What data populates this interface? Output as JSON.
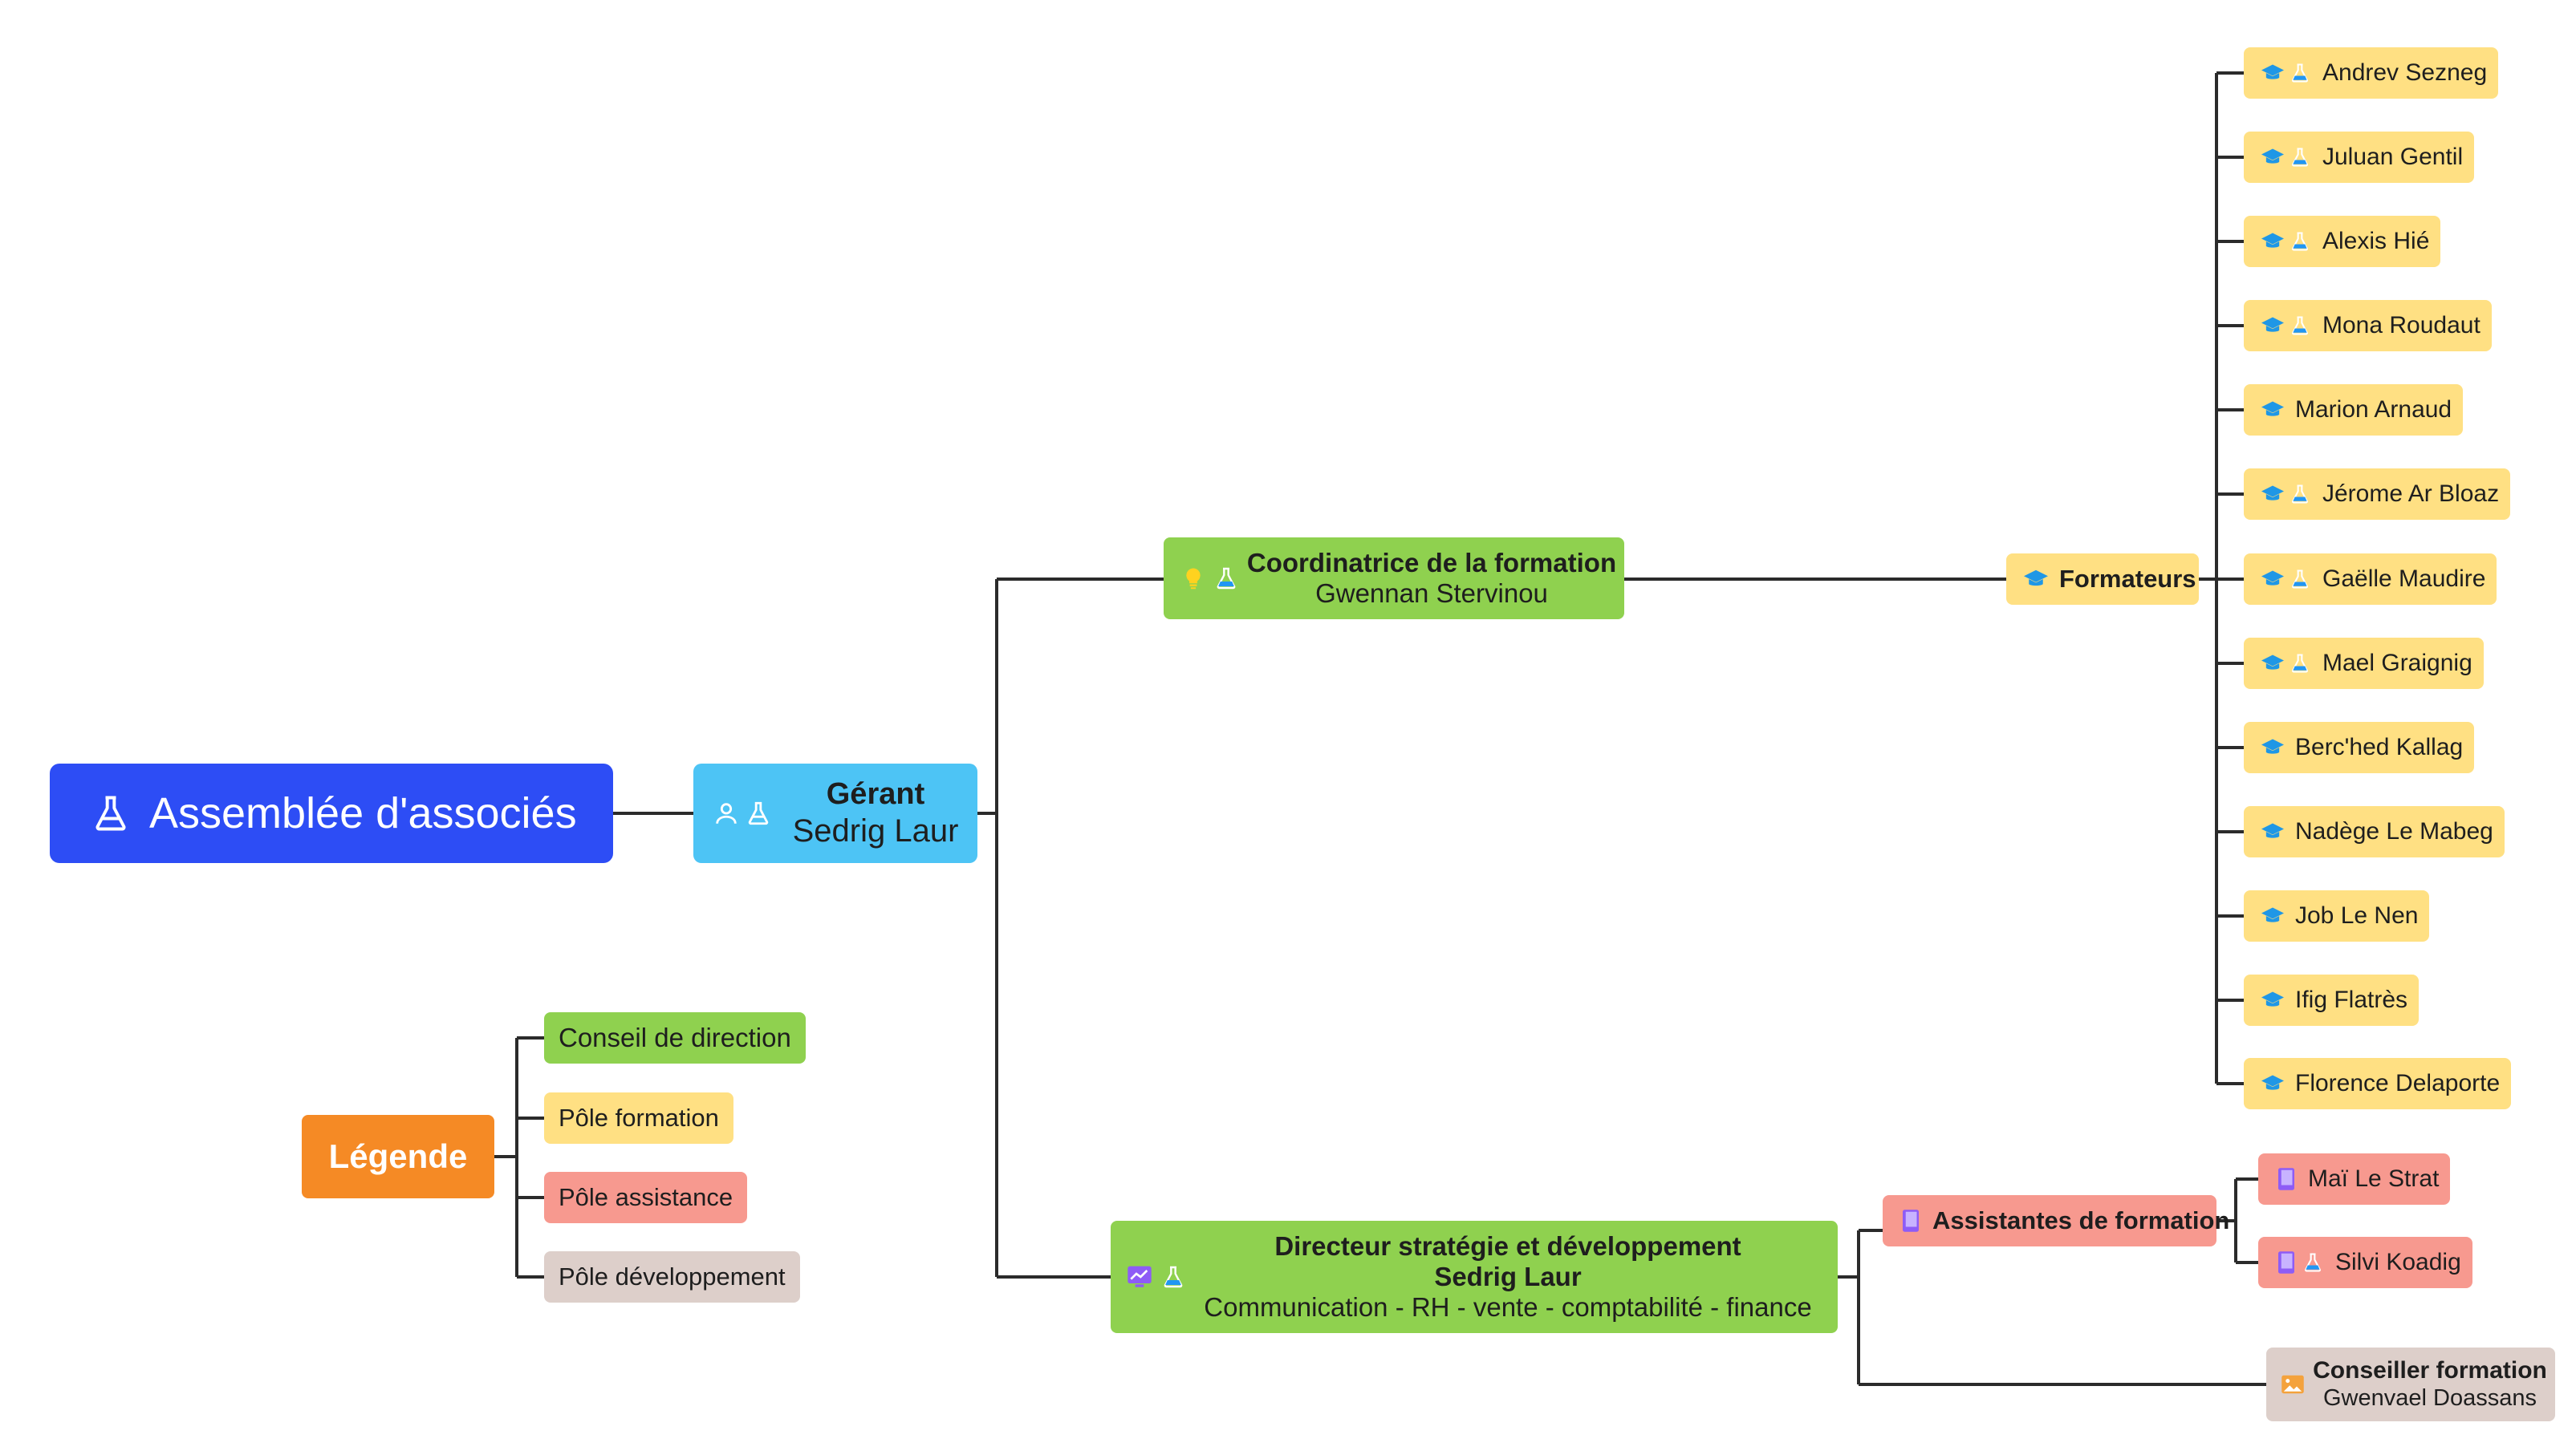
{
  "root": {
    "label": "Assemblée d'associés"
  },
  "gerant": {
    "title": "Gérant",
    "name": "Sedrig Laur"
  },
  "coordinatrice": {
    "title": "Coordinatrice de la formation",
    "name": "Gwennan Stervinou"
  },
  "formateurs": {
    "label": "Formateurs",
    "members": [
      {
        "name": "Andrev Sezneg"
      },
      {
        "name": "Juluan Gentil"
      },
      {
        "name": "Alexis Hié"
      },
      {
        "name": "Mona Roudaut"
      },
      {
        "name": "Marion Arnaud"
      },
      {
        "name": "Jérome Ar Bloaz"
      },
      {
        "name": "Gaëlle Maudire"
      },
      {
        "name": "Mael Graignig"
      },
      {
        "name": "Berc'hed Kallag"
      },
      {
        "name": "Nadège Le Mabeg"
      },
      {
        "name": "Job Le Nen"
      },
      {
        "name": "Ifig Flatrès"
      },
      {
        "name": "Florence  Delaporte"
      }
    ]
  },
  "directeur": {
    "title": "Directeur stratégie et développement",
    "name": "Sedrig Laur",
    "roles": "Communication - RH - vente - comptabilité - finance"
  },
  "assistantes": {
    "label": "Assistantes de formation",
    "members": [
      {
        "name": "Maï  Le Strat"
      },
      {
        "name": "Silvi Koadig"
      }
    ]
  },
  "conseiller": {
    "title": "Conseiller formation",
    "name": "Gwenvael Doassans"
  },
  "legende": {
    "label": "Légende",
    "items": [
      {
        "label": "Conseil de direction",
        "color": "#8fd14f"
      },
      {
        "label": "Pôle formation",
        "color": "#ffe083"
      },
      {
        "label": "Pôle assistance",
        "color": "#f7998f"
      },
      {
        "label": "Pôle développement",
        "color": "#ddcfca"
      }
    ]
  },
  "colors": {
    "root": "#2d4df5",
    "gerant": "#4dc4f5",
    "direction": "#8fd14f",
    "formation": "#ffe083",
    "assistance": "#f7998f",
    "developpement": "#ddcfca",
    "legende": "#f58a25",
    "lines": "#2b2b2b"
  },
  "icons": [
    "flask-icon",
    "person-icon",
    "lightbulb-icon",
    "graduation-cap-icon",
    "book-icon",
    "monitor-chart-icon",
    "image-icon"
  ]
}
